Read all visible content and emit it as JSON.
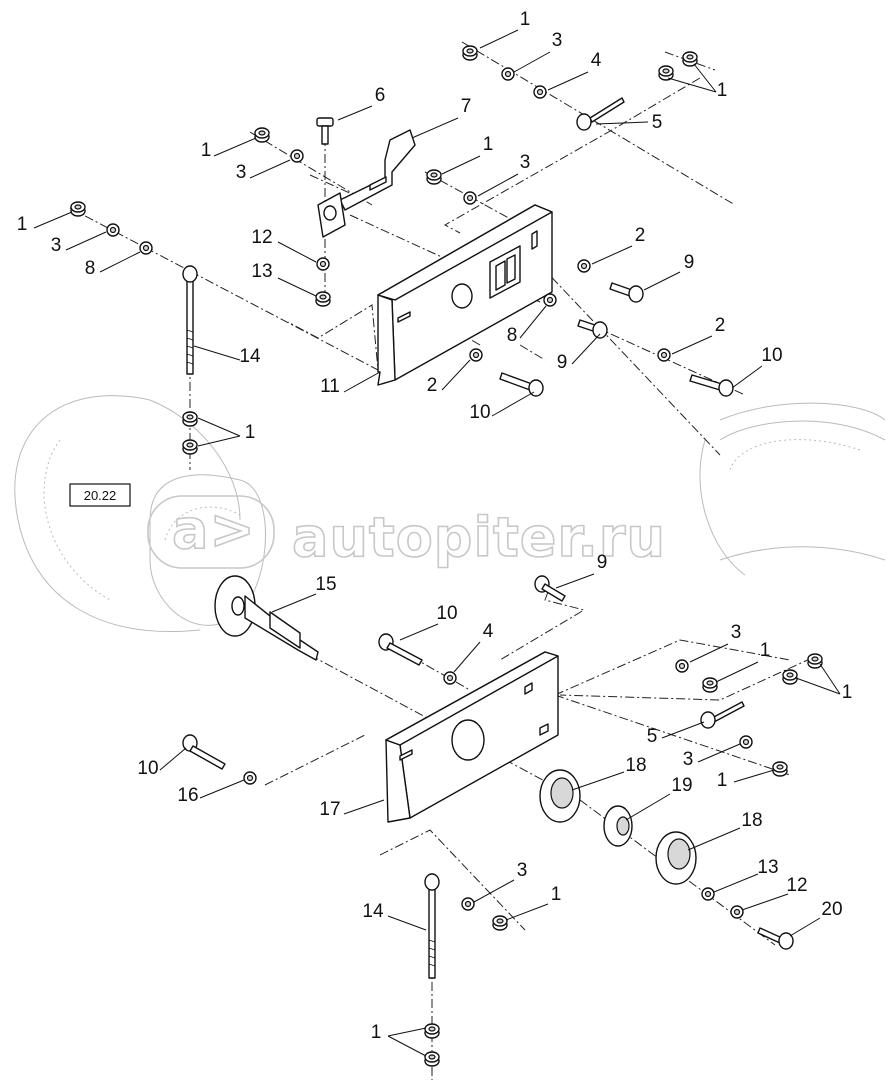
{
  "reference_box": {
    "label": "20.22"
  },
  "watermark": {
    "text": "autopiter.ru",
    "logo_text": "a>"
  },
  "callouts": [
    {
      "id": "c1",
      "label": "1"
    },
    {
      "id": "c2",
      "label": "3"
    },
    {
      "id": "c3",
      "label": "4"
    },
    {
      "id": "c4",
      "label": "1"
    },
    {
      "id": "c5",
      "label": "5"
    },
    {
      "id": "c6",
      "label": "6"
    },
    {
      "id": "c7",
      "label": "7"
    },
    {
      "id": "c8",
      "label": "1"
    },
    {
      "id": "c9",
      "label": "3"
    },
    {
      "id": "c10",
      "label": "1"
    },
    {
      "id": "c11",
      "label": "3"
    },
    {
      "id": "c12",
      "label": "1"
    },
    {
      "id": "c13",
      "label": "3"
    },
    {
      "id": "c14",
      "label": "8"
    },
    {
      "id": "c15",
      "label": "12"
    },
    {
      "id": "c16",
      "label": "13"
    },
    {
      "id": "c17",
      "label": "2"
    },
    {
      "id": "c18",
      "label": "9"
    },
    {
      "id": "c19",
      "label": "8"
    },
    {
      "id": "c20",
      "label": "9"
    },
    {
      "id": "c21",
      "label": "2"
    },
    {
      "id": "c22",
      "label": "10"
    },
    {
      "id": "c23",
      "label": "14"
    },
    {
      "id": "c24",
      "label": "11"
    },
    {
      "id": "c25",
      "label": "2"
    },
    {
      "id": "c26",
      "label": "10"
    },
    {
      "id": "c27",
      "label": "1"
    },
    {
      "id": "c28",
      "label": "15"
    },
    {
      "id": "c29",
      "label": "9"
    },
    {
      "id": "c30",
      "label": "10"
    },
    {
      "id": "c31",
      "label": "4"
    },
    {
      "id": "c32",
      "label": "3"
    },
    {
      "id": "c33",
      "label": "1"
    },
    {
      "id": "c34",
      "label": "1"
    },
    {
      "id": "c35",
      "label": "5"
    },
    {
      "id": "c36",
      "label": "3"
    },
    {
      "id": "c37",
      "label": "1"
    },
    {
      "id": "c38",
      "label": "10"
    },
    {
      "id": "c39",
      "label": "16"
    },
    {
      "id": "c40",
      "label": "18"
    },
    {
      "id": "c41",
      "label": "19"
    },
    {
      "id": "c42",
      "label": "17"
    },
    {
      "id": "c43",
      "label": "18"
    },
    {
      "id": "c44",
      "label": "13"
    },
    {
      "id": "c45",
      "label": "3"
    },
    {
      "id": "c46",
      "label": "12"
    },
    {
      "id": "c47",
      "label": "1"
    },
    {
      "id": "c48",
      "label": "14"
    },
    {
      "id": "c49",
      "label": "20"
    },
    {
      "id": "c50",
      "label": "1"
    }
  ]
}
